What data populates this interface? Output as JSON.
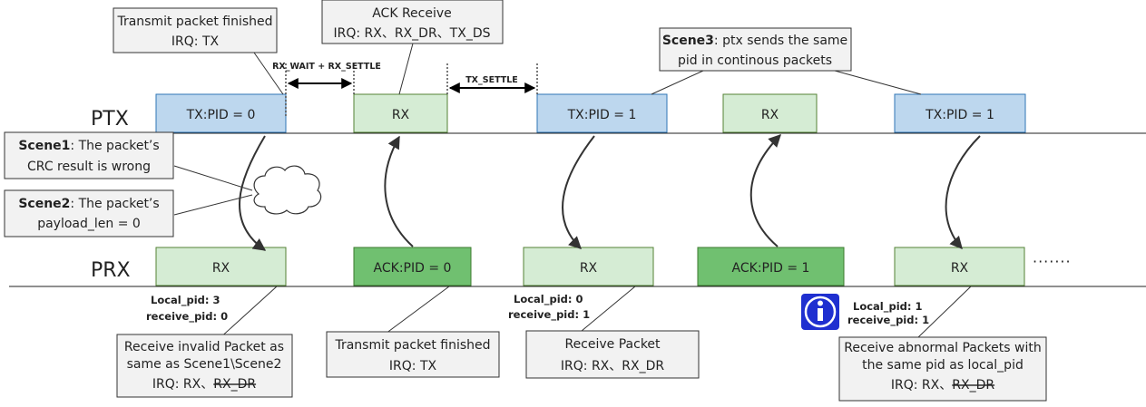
{
  "lanes": {
    "ptx": "PTX",
    "prx": "PRX"
  },
  "ptx_packets": [
    "TX:PID = 0",
    "RX",
    "TX:PID = 1",
    "RX",
    "TX:PID = 1"
  ],
  "prx_packets": [
    "RX",
    "ACK:PID = 0",
    "RX",
    "ACK:PID = 1",
    "RX"
  ],
  "ellipsis": "·······",
  "timing": {
    "rx_wait_settle": "RX_WAIT + RX_SETTLE",
    "tx_settle": "TX_SETTLE"
  },
  "callouts": {
    "tx_finished": [
      "Transmit packet finished",
      "IRQ: TX"
    ],
    "ack_receive": [
      "ACK Receive",
      "IRQ: RX、RX_DR、TX_DS"
    ],
    "scene3": {
      "bold": "Scene3",
      "rest": ": ptx sends the same",
      "line2": "pid in continous packets"
    },
    "scene1": {
      "bold": "Scene1",
      "rest": ": The packet’s",
      "line2": "CRC result is wrong"
    },
    "scene2": {
      "bold": "Scene2",
      "rest": ": The packet’s",
      "line2": "payload_len = 0"
    },
    "invalid": {
      "line1": "Receive invalid Packet as",
      "line2": "same as Scene1\\Scene2",
      "irq": "IRQ: RX、",
      "struck": "RX_DR"
    },
    "tx_finished_prx": [
      "Transmit packet finished",
      "IRQ: TX"
    ],
    "receive_packet": [
      "Receive Packet",
      "IRQ: RX、RX_DR"
    ],
    "abnormal": {
      "line1": "Receive abnormal Packets with",
      "line2": "the same pid as local_pid",
      "irq": "IRQ: RX、",
      "struck": "RX_DR"
    }
  },
  "pid_labels": [
    {
      "local": "Local_pid: 3",
      "receive": "receive_pid: 0"
    },
    {
      "local": "Local_pid: 0",
      "receive": "receive_pid: 1"
    },
    {
      "local": "Local_pid: 1",
      "receive": "receive_pid: 1"
    }
  ],
  "colors": {
    "tx_fill": "#bdd7ee",
    "tx_stroke": "#2e75b6",
    "rx_fill": "#d5ecd4",
    "rx_stroke": "#548235",
    "ack_fill": "#70c070",
    "ack_stroke": "#3b7a2e",
    "callout_fill": "#f2f2f2",
    "info_blue": "#1f2fd0"
  },
  "icons": [
    "cloud-icon",
    "info-icon"
  ]
}
